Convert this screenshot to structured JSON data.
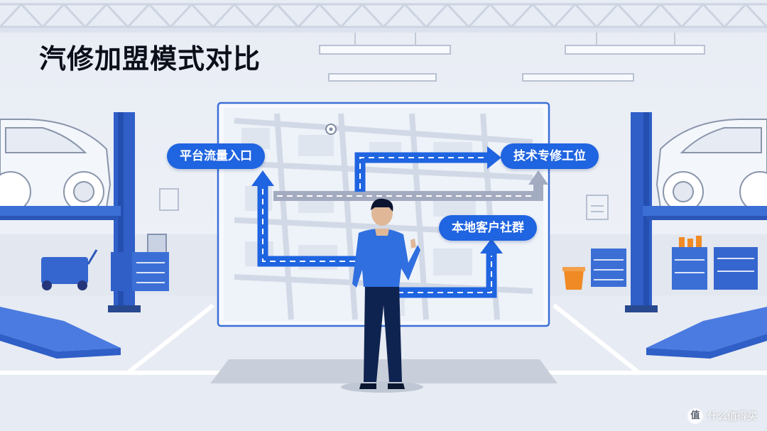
{
  "title": "汽修加盟模式对比",
  "labels": {
    "platform": "平台流量入口",
    "tech": "技术专修工位",
    "local": "本地客户社群"
  },
  "watermark": {
    "icon": "值",
    "text": "什么值得买"
  },
  "colors": {
    "accent": "#1f64e0",
    "lift": "#3b6fd6",
    "background": "#eef1f7",
    "gray_arrow": "#a3abc0"
  }
}
